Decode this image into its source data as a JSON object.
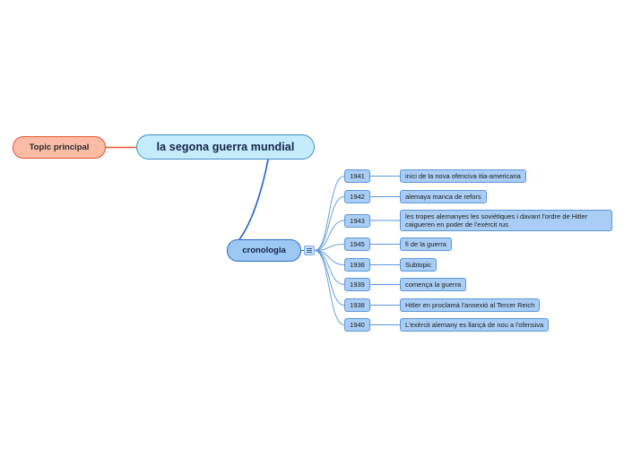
{
  "central_topic": {
    "label": "la segona guerra mundial"
  },
  "floating_topic": {
    "label": "Topic principal"
  },
  "main_topic": {
    "label": "cronologia"
  },
  "branches": [
    {
      "year": "1941",
      "detail": "inici de la nova ofenciva itia-americana"
    },
    {
      "year": "1942",
      "detail": "alemaya manca de refors"
    },
    {
      "year": "1943",
      "detail": "les tropes alemanyes les soviètiques i davant l'ordre de Hitler caigueren en poder de l'exèrcit rus"
    },
    {
      "year": "1945",
      "detail": "fi de la guerra"
    },
    {
      "year": "1936",
      "detail": "Subtopic"
    },
    {
      "year": "1939",
      "detail": "comença la guerra"
    },
    {
      "year": "1938",
      "detail": "Hitler en proclamà l'annexió al Tercer Reich"
    },
    {
      "year": "1940",
      "detail": "L'exèrcit alemany es llançà de nou a l'ofensiva"
    }
  ],
  "colors": {
    "central_fill": "#c4ecfb",
    "floating_fill": "#fbbca6",
    "floating_border": "#e8542a",
    "subtopic_fill": "#a9cdf5",
    "connector": "#2b6fc4"
  }
}
